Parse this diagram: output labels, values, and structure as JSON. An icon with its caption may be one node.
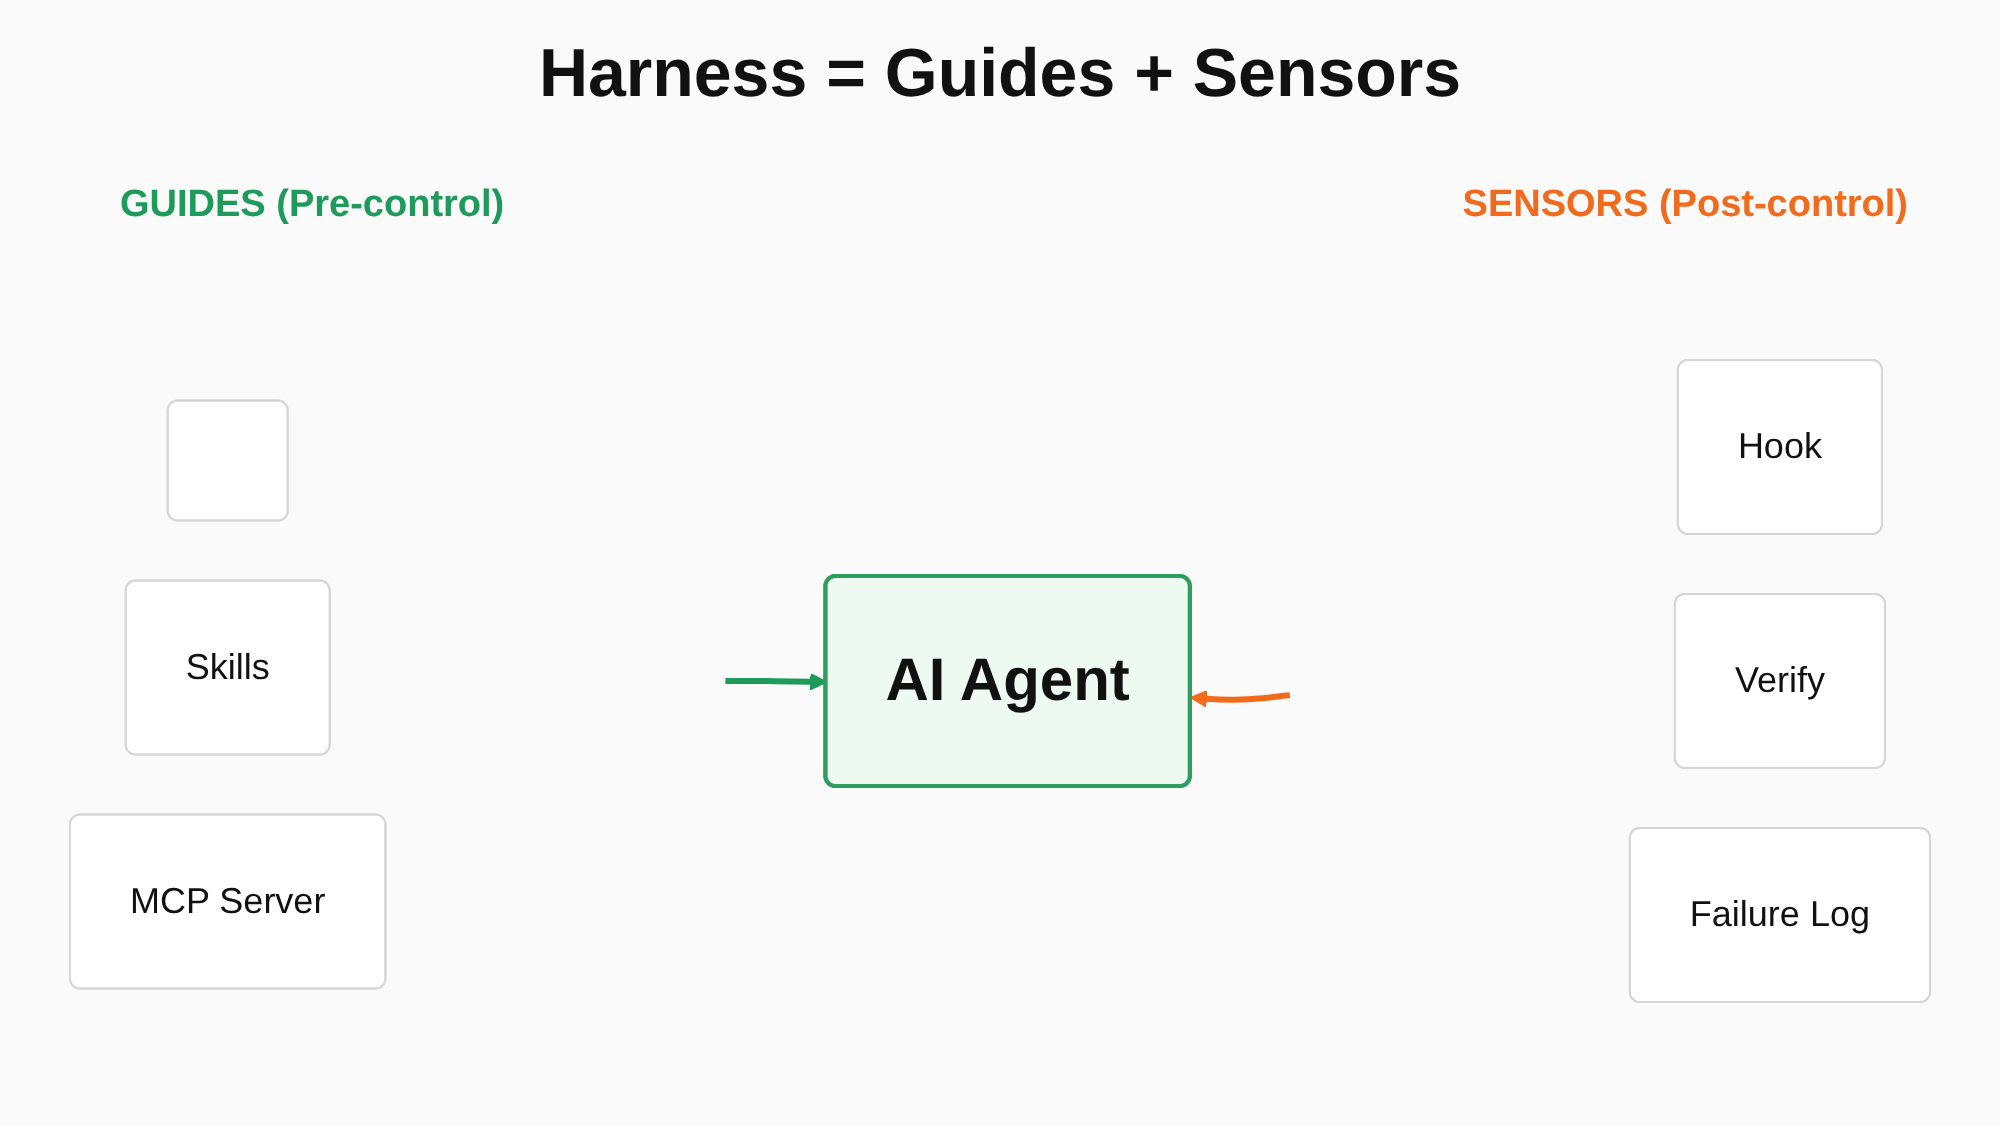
{
  "diagram": {
    "title": "Harness = Guides + Sensors",
    "nodes": [
      {
        "text": [],
        "shape": "box"
      },
      {
        "text": [
          "Skills"
        ]
      },
      {
        "text": [
          "MCP Server"
        ]
      },
      {
        "text": [
          "AI Agent"
        ]
      },
      {
        "text": [
          "Hook"
        ]
      },
      {
        "text": [
          "Verify"
        ]
      },
      {
        "text": [
          "Failure Log"
        ]
      }
    ],
    "edges": [
      {
        "from": null,
        "to": 3,
        "arrow": "to",
        "color": "#1e9a5a"
      },
      {
        "from": null,
        "to": 3,
        "arrow": "to",
        "color": "#f26a1b"
      }
    ],
    "labels": [
      "GUIDES (Pre-control)",
      "SENSORS (Post-control)"
    ]
  }
}
